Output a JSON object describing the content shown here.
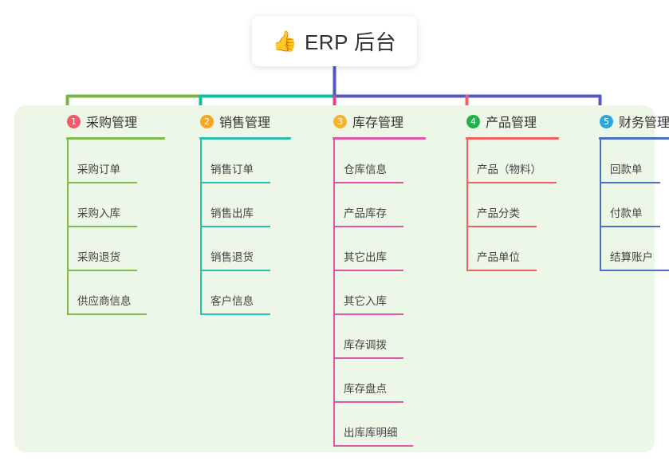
{
  "root": {
    "icon": "thumbs-up-icon",
    "emoji": "👍",
    "title": "ERP 后台"
  },
  "colors": {
    "panel_bg": "#edf7e7",
    "root_trunk": "#5159c7",
    "connector_green": "#74b842",
    "connector_teal": "#0dbfa0",
    "connector_blue": "#5159c7",
    "drop_green": "#74b842",
    "drop_teal": "#0dbfa0",
    "drop_pink": "#ea3f91",
    "drop_red": "#f4615e",
    "drop_blue": "#5159c7"
  },
  "columns": [
    {
      "index": "1",
      "title": "采购管理",
      "badge_color": "#f4596b",
      "line_color": "#7dbd4c",
      "head_rule_width": 124,
      "items": [
        {
          "label": "采购订单",
          "rule_width": 88
        },
        {
          "label": "采购入库",
          "rule_width": 88
        },
        {
          "label": "采购退货",
          "rule_width": 88
        },
        {
          "label": "供应商信息",
          "rule_width": 100
        }
      ]
    },
    {
      "index": "2",
      "title": "销售管理",
      "badge_color": "#f5a623",
      "line_color": "#2dbfae",
      "head_rule_width": 115,
      "items": [
        {
          "label": "销售订单",
          "rule_width": 88
        },
        {
          "label": "销售出库",
          "rule_width": 88
        },
        {
          "label": "销售退货",
          "rule_width": 88
        },
        {
          "label": "客户信息",
          "rule_width": 88
        }
      ]
    },
    {
      "index": "3",
      "title": "库存管理",
      "badge_color": "#f7b32b",
      "line_color": "#e055a5",
      "head_rule_width": 117,
      "items": [
        {
          "label": "仓库信息",
          "rule_width": 88
        },
        {
          "label": "产品库存",
          "rule_width": 88
        },
        {
          "label": "其它出库",
          "rule_width": 88
        },
        {
          "label": "其它入库",
          "rule_width": 88
        },
        {
          "label": "库存调拨",
          "rule_width": 88
        },
        {
          "label": "库存盘点",
          "rule_width": 88
        },
        {
          "label": "出库库明细",
          "rule_width": 100
        }
      ]
    },
    {
      "index": "4",
      "title": "产品管理",
      "badge_color": "#20b24a",
      "line_color": "#f4625f",
      "head_rule_width": 117,
      "items": [
        {
          "label": "产品（物料）",
          "rule_width": 113
        },
        {
          "label": "产品分类",
          "rule_width": 88
        },
        {
          "label": "产品单位",
          "rule_width": 88
        }
      ]
    },
    {
      "index": "5",
      "title": "财务管理",
      "badge_color": "#29a8e0",
      "line_color": "#4a6fc4",
      "head_rule_width": 117,
      "items": [
        {
          "label": "回款单",
          "rule_width": 76
        },
        {
          "label": "付款单",
          "rule_width": 76
        },
        {
          "label": "结算账户",
          "rule_width": 88
        }
      ]
    }
  ]
}
